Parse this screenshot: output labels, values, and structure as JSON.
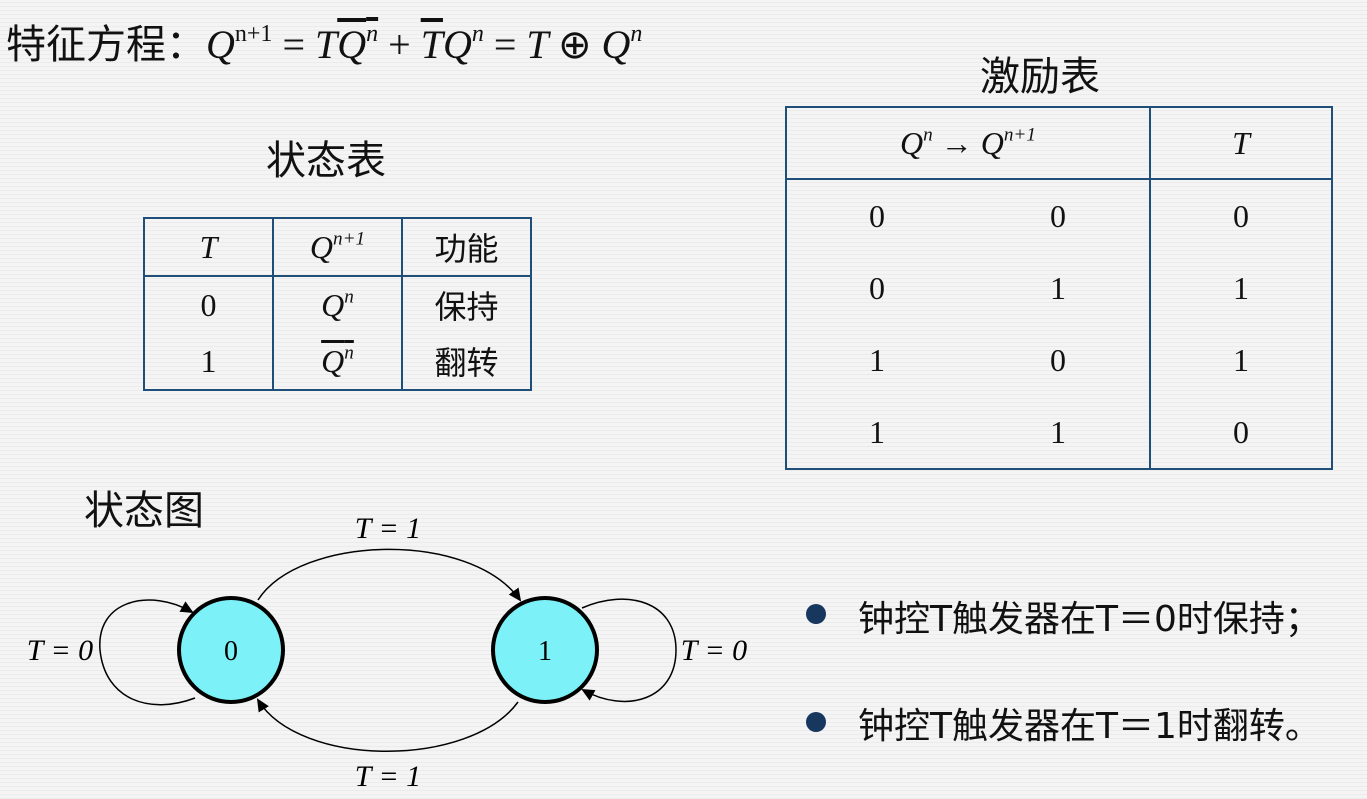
{
  "equation": {
    "label": "特征方程：",
    "Q": "Q",
    "n1": "n+1",
    "eq": "=",
    "T": "T",
    "n": "n",
    "plus": "+",
    "xor": "⊕"
  },
  "state_table": {
    "title": "状态表",
    "headers": [
      "T",
      "Q",
      "功能"
    ],
    "header_sup": "n+1",
    "rows": [
      {
        "t": "0",
        "q": "Q",
        "q_sup": "n",
        "func": "保持"
      },
      {
        "t": "1",
        "q": "Q",
        "q_sup": "n",
        "func": "翻转"
      }
    ]
  },
  "excitation_table": {
    "title": "激励表",
    "header_q": "Q",
    "header_q_sup1": "n",
    "header_arrow": "→",
    "header_q_sup2": "n+1",
    "header_t": "T",
    "rows": [
      [
        "0",
        "0",
        "0"
      ],
      [
        "0",
        "1",
        "1"
      ],
      [
        "1",
        "0",
        "1"
      ],
      [
        "1",
        "1",
        "0"
      ]
    ]
  },
  "state_diagram": {
    "title": "状态图",
    "state0": "0",
    "state1": "1",
    "state_fill": "#7cf2f8",
    "label_top": "T = 1",
    "label_bottom": "T = 1",
    "label_left": "T = 0",
    "label_right": "T = 0"
  },
  "bullets": [
    "钟控T触发器在T＝0时保持；",
    "钟控T触发器在T＝1时翻转。"
  ],
  "colors": {
    "table_border": "#1f4e79",
    "bullet_dot": "#17375e"
  }
}
